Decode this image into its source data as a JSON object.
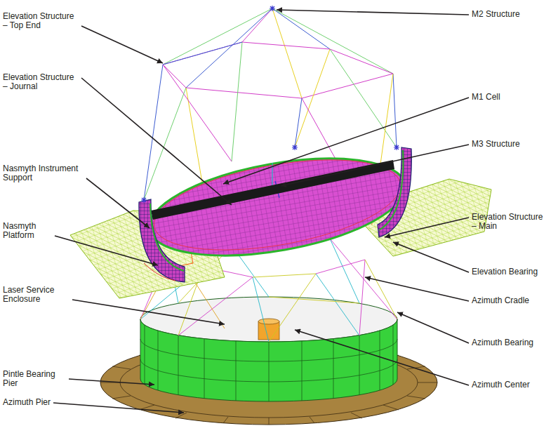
{
  "diagram": {
    "labels": [
      "Elevation Structure – Top End",
      "M2 Structure",
      "Elevation Structure – Journal",
      "M1 Cell",
      "M3 Structure",
      "Nasmyth Instrument Support",
      "Elevation Structure – Main",
      "Nasmyth Platform",
      "Elevation Bearing",
      "Azimuth Cradle",
      "Laser Service Enclosure",
      "Azimuth Bearing",
      "Pintle Bearing Pier",
      "Azimuth Center",
      "Azimuth Pier"
    ]
  }
}
